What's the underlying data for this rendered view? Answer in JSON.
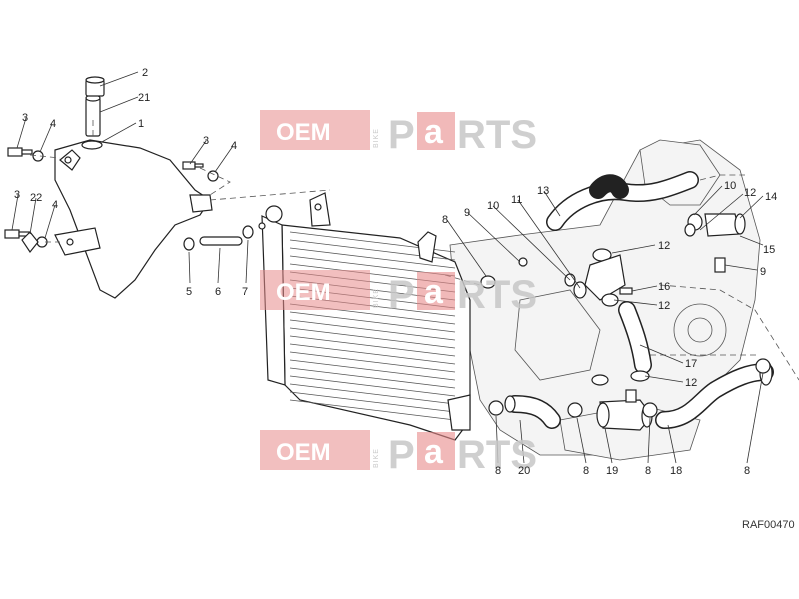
{
  "diagram_code": "RAF00470",
  "watermark": {
    "oem": "OEM",
    "bike": "BIKE",
    "p": "P",
    "a": "a",
    "rts": "RTS"
  },
  "callouts": [
    "2",
    "21",
    "1",
    "3",
    "4",
    "3",
    "4",
    "3",
    "22",
    "4",
    "5",
    "6",
    "7",
    "8",
    "9",
    "10",
    "11",
    "13",
    "10",
    "12",
    "14",
    "12",
    "15",
    "9",
    "16",
    "12",
    "17",
    "12",
    "8",
    "20",
    "8",
    "19",
    "8",
    "18",
    "8"
  ],
  "colors": {
    "watermark_red": "#e88a8a",
    "watermark_grey": "#c7c7c7",
    "line": "#222222"
  }
}
